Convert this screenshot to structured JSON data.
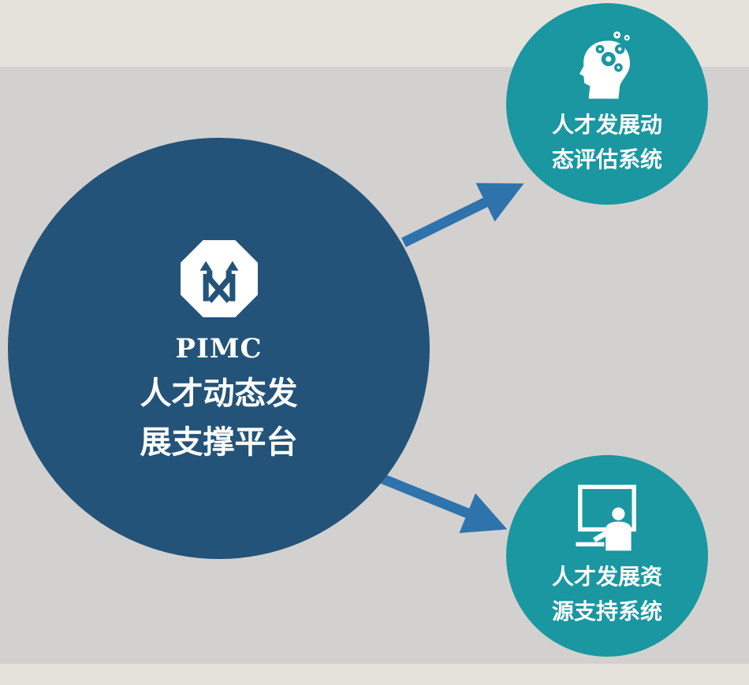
{
  "colors": {
    "background": "#e5e2dc",
    "band": "#d2d1cf",
    "main_circle": "#235378",
    "node_circle": "#1a97a1",
    "arrow": "#2f73ac",
    "text": "#ffffff"
  },
  "center": {
    "icon": "strategy-diverge-octagon-icon",
    "brand": "PIMC",
    "title_line1": "人才动态发",
    "title_line2": "展支撑平台"
  },
  "nodes": [
    {
      "icon": "head-gears-icon",
      "title_line1": "人才发展动",
      "title_line2": "态评估系统"
    },
    {
      "icon": "presenter-board-icon",
      "title_line1": "人才发展资",
      "title_line2": "源支持系统"
    }
  ]
}
